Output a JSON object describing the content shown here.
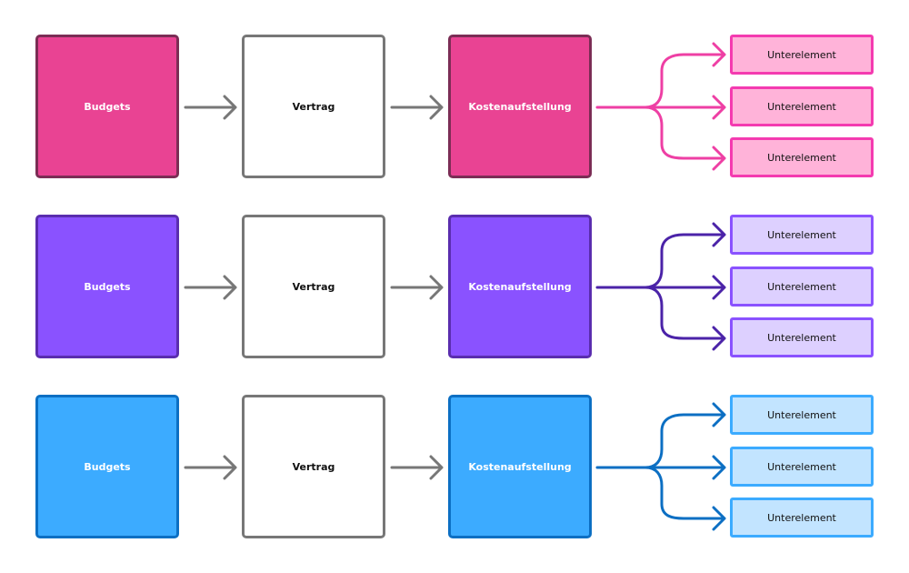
{
  "rows": [
    {
      "budget_label": "Budgets",
      "contract_label": "Vertrag",
      "cost_label": "Kostenaufstellung",
      "sub_labels": [
        "Unterelement",
        "Unterelement",
        "Unterelement"
      ],
      "colors": {
        "fill": "#E94393",
        "border": "#7B2D55",
        "accent": "#EE3FA4",
        "sub_fill": "#FFB3D9",
        "sub_border": "#F43BB0"
      }
    },
    {
      "budget_label": "Budgets",
      "contract_label": "Vertrag",
      "cost_label": "Kostenaufstellung",
      "sub_labels": [
        "Unterelement",
        "Unterelement",
        "Unterelement"
      ],
      "colors": {
        "fill": "#8A52FF",
        "border": "#5A2DAE",
        "accent": "#4B23A8",
        "sub_fill": "#DDD0FF",
        "sub_border": "#8A52FF"
      }
    },
    {
      "budget_label": "Budgets",
      "contract_label": "Vertrag",
      "cost_label": "Kostenaufstellung",
      "sub_labels": [
        "Unterelement",
        "Unterelement",
        "Unterelement"
      ],
      "colors": {
        "fill": "#3CABFF",
        "border": "#0C6FC3",
        "accent": "#0C6FC3",
        "sub_fill": "#C2E4FF",
        "sub_border": "#3CABFF"
      }
    }
  ],
  "arrow_color": "#777777"
}
